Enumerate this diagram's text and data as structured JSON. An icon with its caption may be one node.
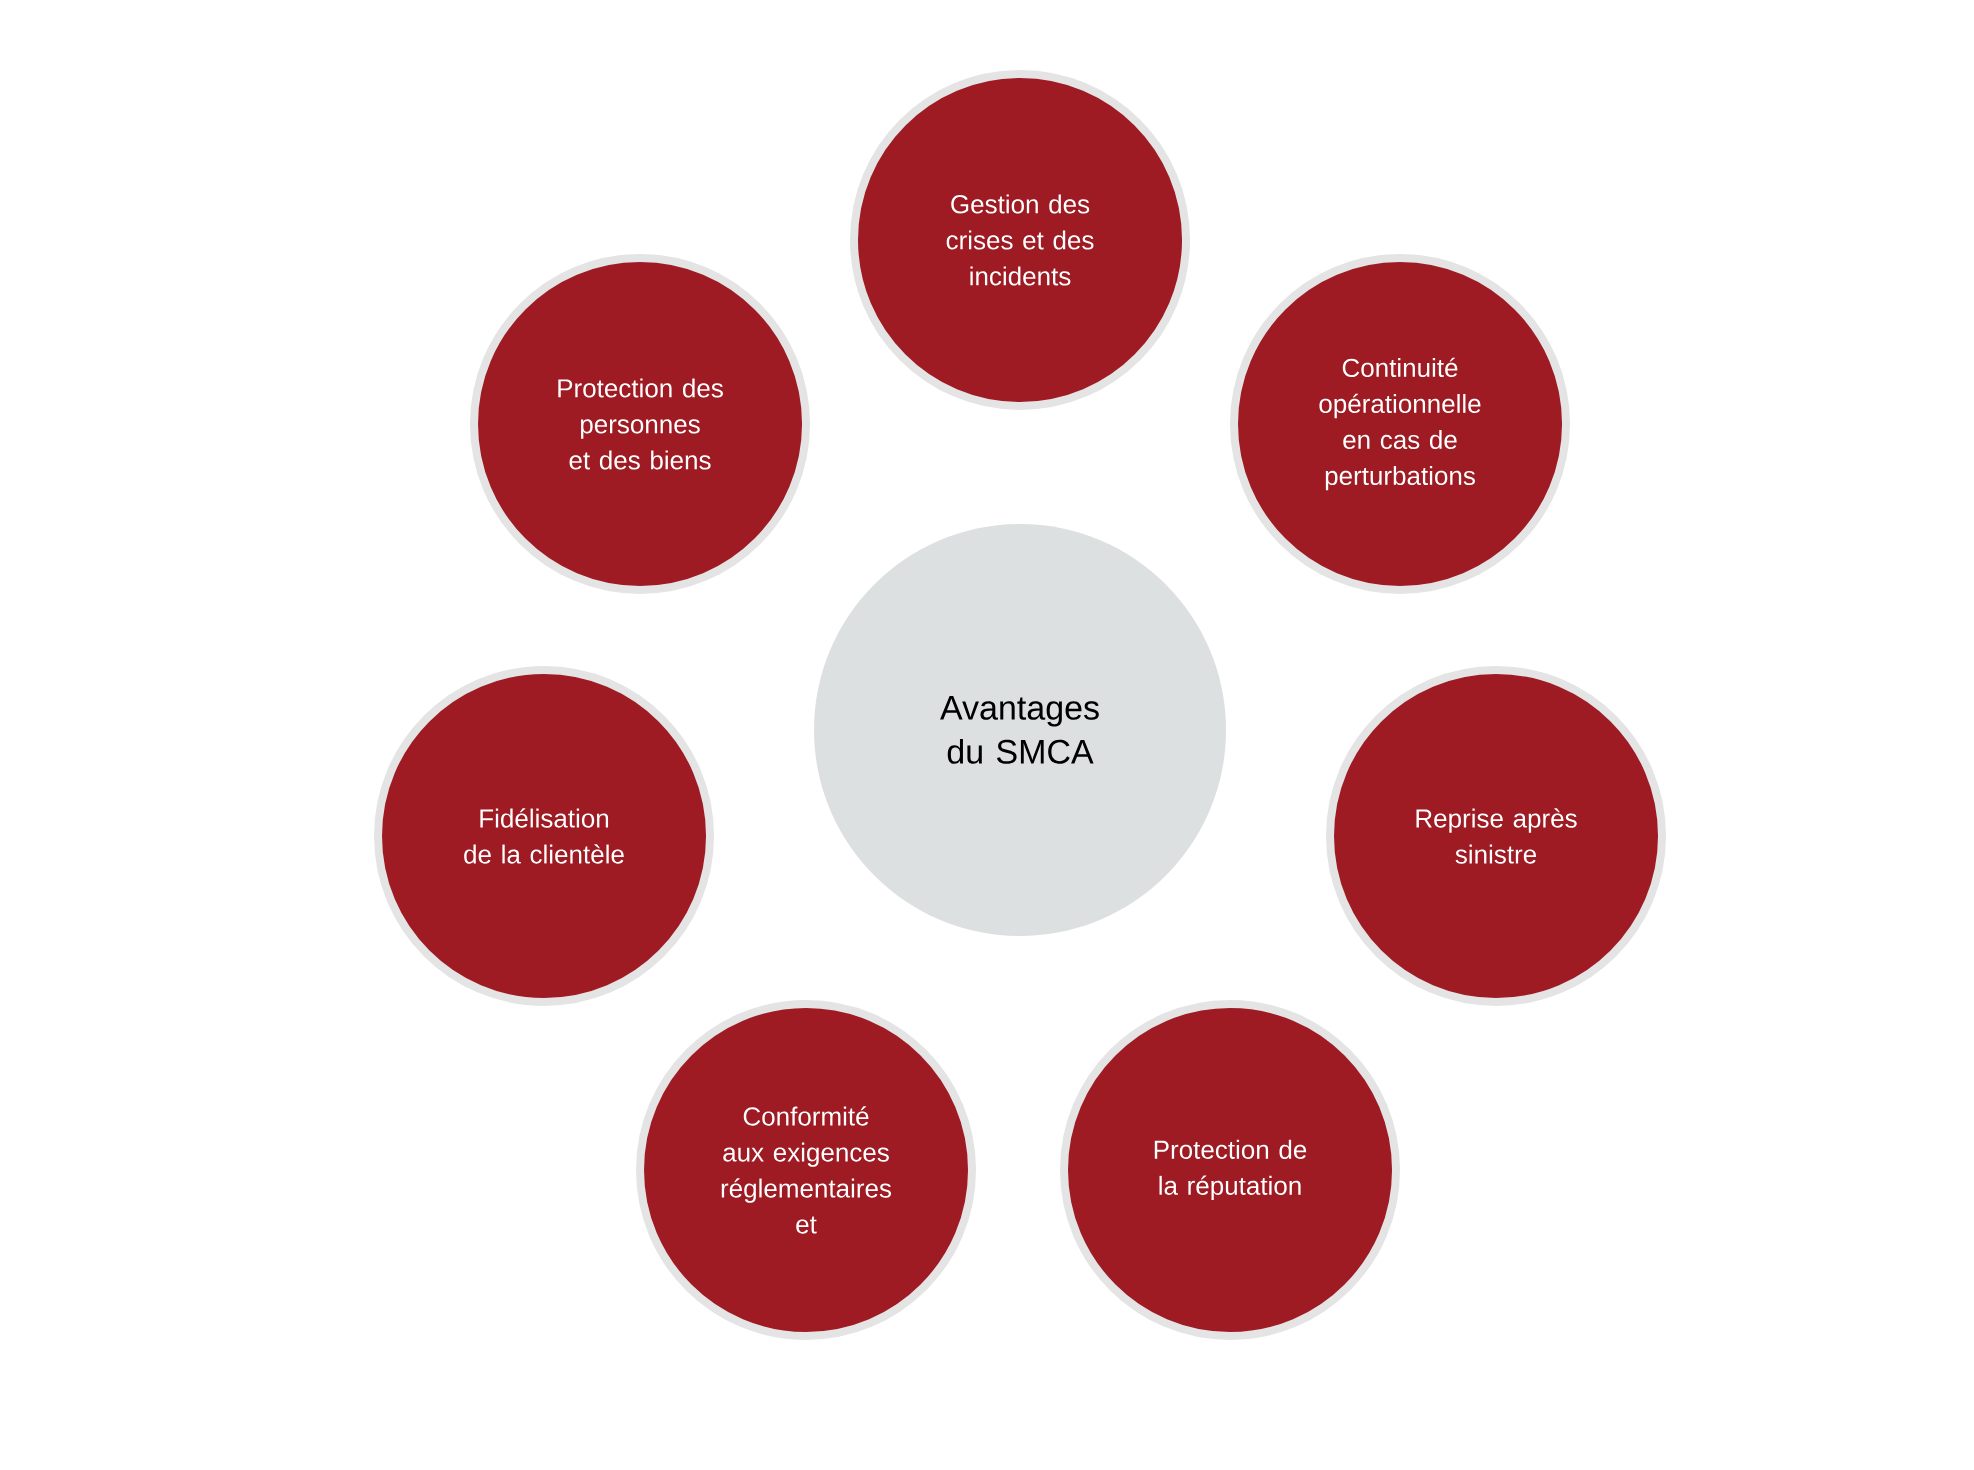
{
  "diagram": {
    "nodes": [
      {
        "text": [
          "Avantages du SMCA"
        ]
      },
      {
        "text": [
          "Gestion des crises et des incidents"
        ]
      },
      {
        "text": [
          "Continuité opérationnelle en cas de perturbations"
        ]
      },
      {
        "text": [
          "Reprise après sinistre"
        ]
      },
      {
        "text": [
          "Protection de la réputation"
        ]
      },
      {
        "text": [
          "Conformité aux exigences réglementaires et"
        ]
      },
      {
        "text": [
          "Fidélisation de la clientèle"
        ]
      },
      {
        "text": [
          "Protection des personnes et des biens"
        ]
      }
    ]
  }
}
